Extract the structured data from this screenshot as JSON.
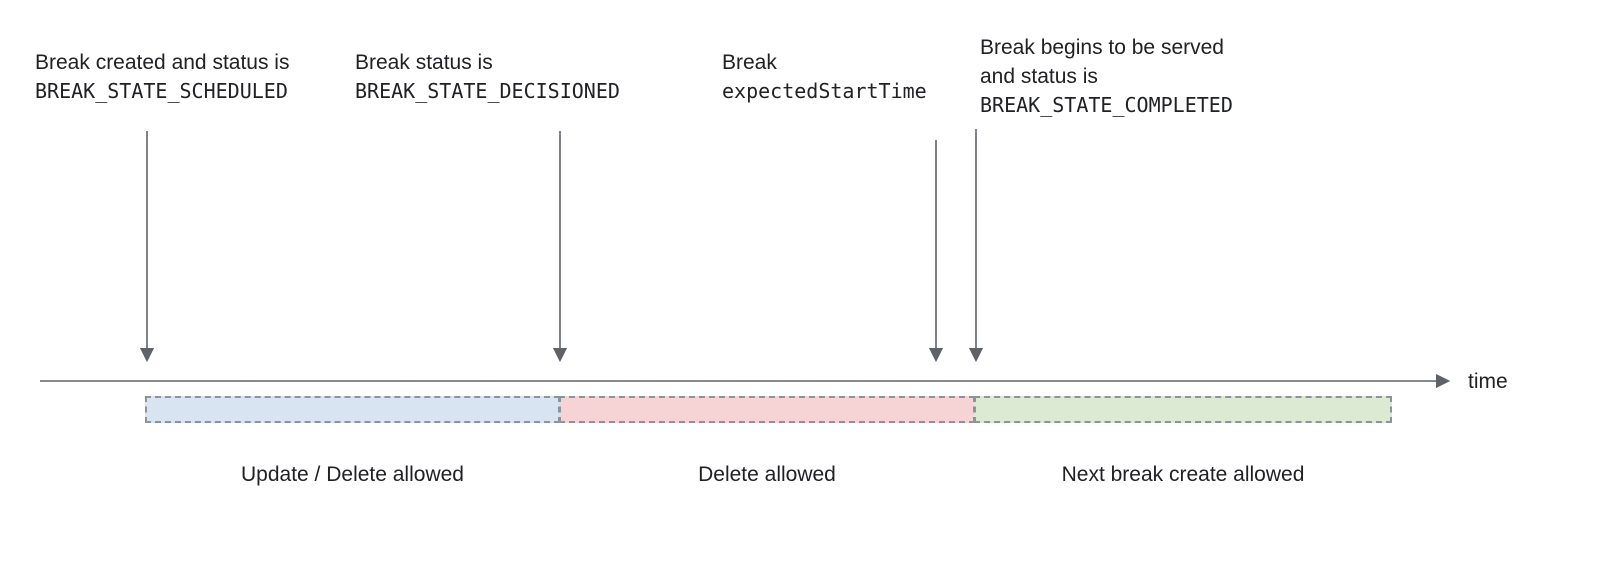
{
  "diagram": {
    "time_axis_label": "time",
    "annotations": [
      {
        "text": "Break created and status is",
        "code": "BREAK_STATE_SCHEDULED"
      },
      {
        "text": "Break status is",
        "code": "BREAK_STATE_DECISIONED"
      },
      {
        "text": "Break",
        "code": "expectedStartTime"
      },
      {
        "text": "Break begins to be served and status is",
        "code": "BREAK_STATE_COMPLETED"
      }
    ],
    "segments": [
      {
        "label": "Update / Delete allowed",
        "fill": "#d9e4f3",
        "border": "#8b949b"
      },
      {
        "label": "Delete allowed",
        "fill": "#f6d3d5",
        "border": "#8b949b"
      },
      {
        "label": "Next break create allowed",
        "fill": "#dcead4",
        "border": "#8b949b"
      }
    ],
    "colors": {
      "line": "#5f6368",
      "text": "#202124"
    }
  }
}
